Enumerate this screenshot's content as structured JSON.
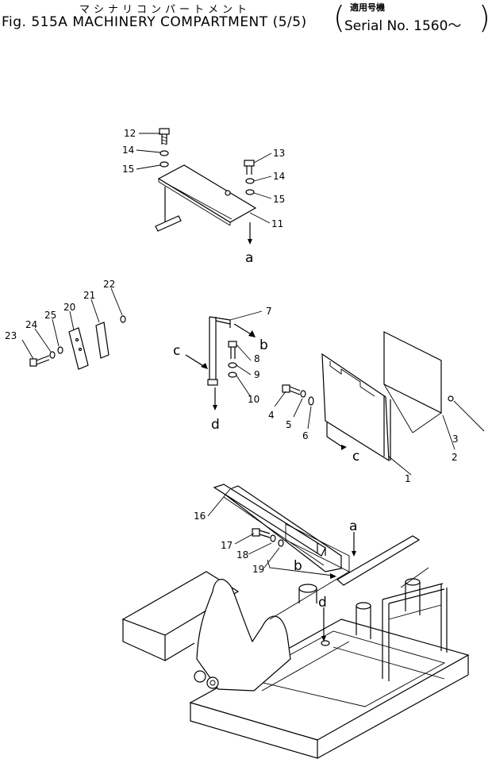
{
  "header": {
    "katakana": "マシナリコンパートメント",
    "title": "Fig. 515A MACHINERY COMPARTMENT (5/5)",
    "serial_label": "適用号機",
    "serial": "Serial No. 1560～"
  },
  "callouts": {
    "p1": "1",
    "p2": "2",
    "p3": "3",
    "p4": "4",
    "p5": "5",
    "p6": "6",
    "p7": "7",
    "p8": "8",
    "p9": "9",
    "p10": "10",
    "p11": "11",
    "p12": "12",
    "p13": "13",
    "p14a": "14",
    "p14b": "14",
    "p15a": "15",
    "p15b": "15",
    "p16": "16",
    "p17": "17",
    "p18": "18",
    "p19": "19",
    "p20": "20",
    "p21": "21",
    "p22": "22",
    "p23": "23",
    "p24": "24",
    "p25": "25"
  },
  "refs": {
    "a1": "a",
    "a2": "a",
    "b1": "b",
    "b2": "b",
    "c1": "c",
    "c2": "c",
    "d1": "d",
    "d2": "d"
  }
}
